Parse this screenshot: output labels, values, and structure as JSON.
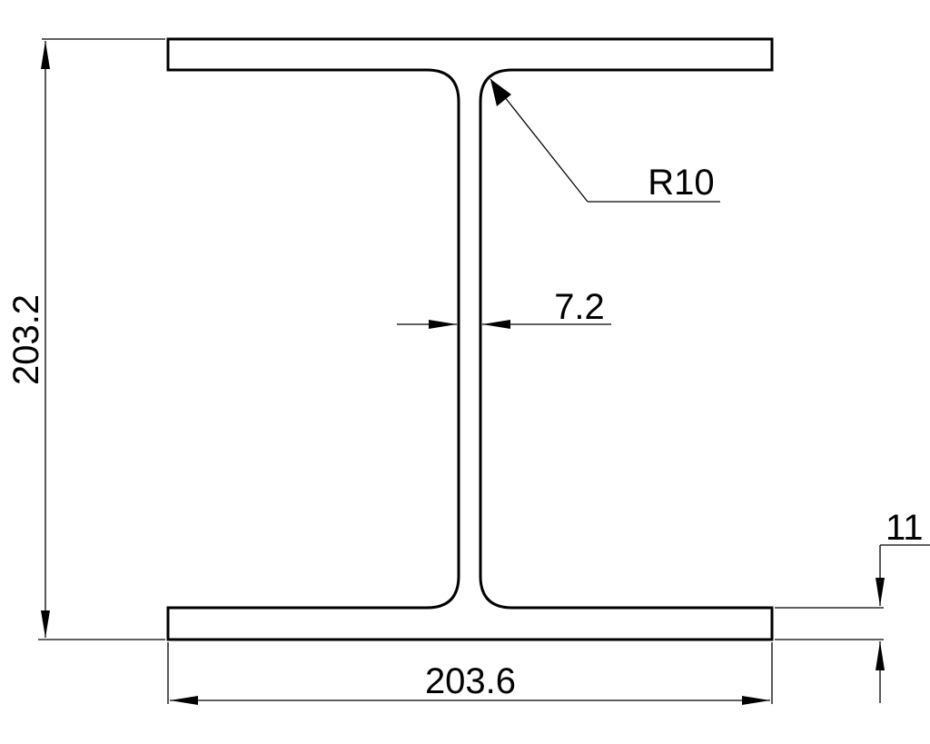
{
  "drawing": {
    "title": "I-beam cross-section",
    "background": "#ffffff",
    "line_color": "#000000"
  },
  "dimensions": {
    "overall_height": {
      "label": "203.2",
      "orientation": "vertical",
      "side": "left"
    },
    "flange_width": {
      "label": "203.6",
      "orientation": "horizontal",
      "side": "bottom"
    },
    "web_thickness": {
      "label": "7.2",
      "orientation": "horizontal",
      "position": "mid-web"
    },
    "fillet_radius": {
      "label": "R10",
      "type": "radius-leader",
      "position": "top-right fillet"
    },
    "flange_thickness": {
      "label": "11",
      "orientation": "vertical",
      "side": "bottom-right"
    }
  }
}
